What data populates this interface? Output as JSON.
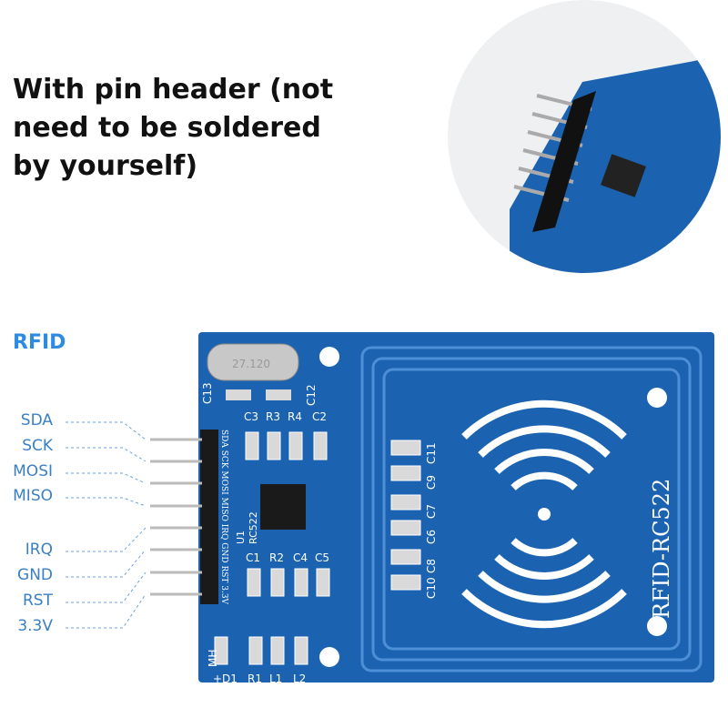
{
  "headline": "With pin header (not\nneed to be soldered\nby yourself)",
  "section_title": "RFID",
  "pins": [
    "SDA",
    "SCK",
    "MOSI",
    "MISO",
    "IRQ",
    "GND",
    "RST",
    "3.3V"
  ],
  "board": {
    "model_label": "RFID-RC522",
    "crystal_label": "27.120",
    "chip_label": "RC522",
    "chip_ref": "U1",
    "header_silk": "SDA SCK MOSI MISO IRQ GND RST 3.3V",
    "top_components": [
      "C3",
      "R3",
      "R4",
      "C2"
    ],
    "bottom_components": [
      "C1",
      "R2",
      "C4",
      "C5"
    ],
    "footer_components": [
      "+D1",
      "R1",
      "L1",
      "L2"
    ],
    "side_caps": [
      "C13",
      "C12"
    ],
    "antenna_caps_left": [
      "C10",
      "C8",
      "C6",
      "C7",
      "C9",
      "C11"
    ],
    "mh_label": "MH"
  },
  "colors": {
    "board": "#1b63b0",
    "label": "#3a7fc4",
    "title": "#2e8be0"
  }
}
